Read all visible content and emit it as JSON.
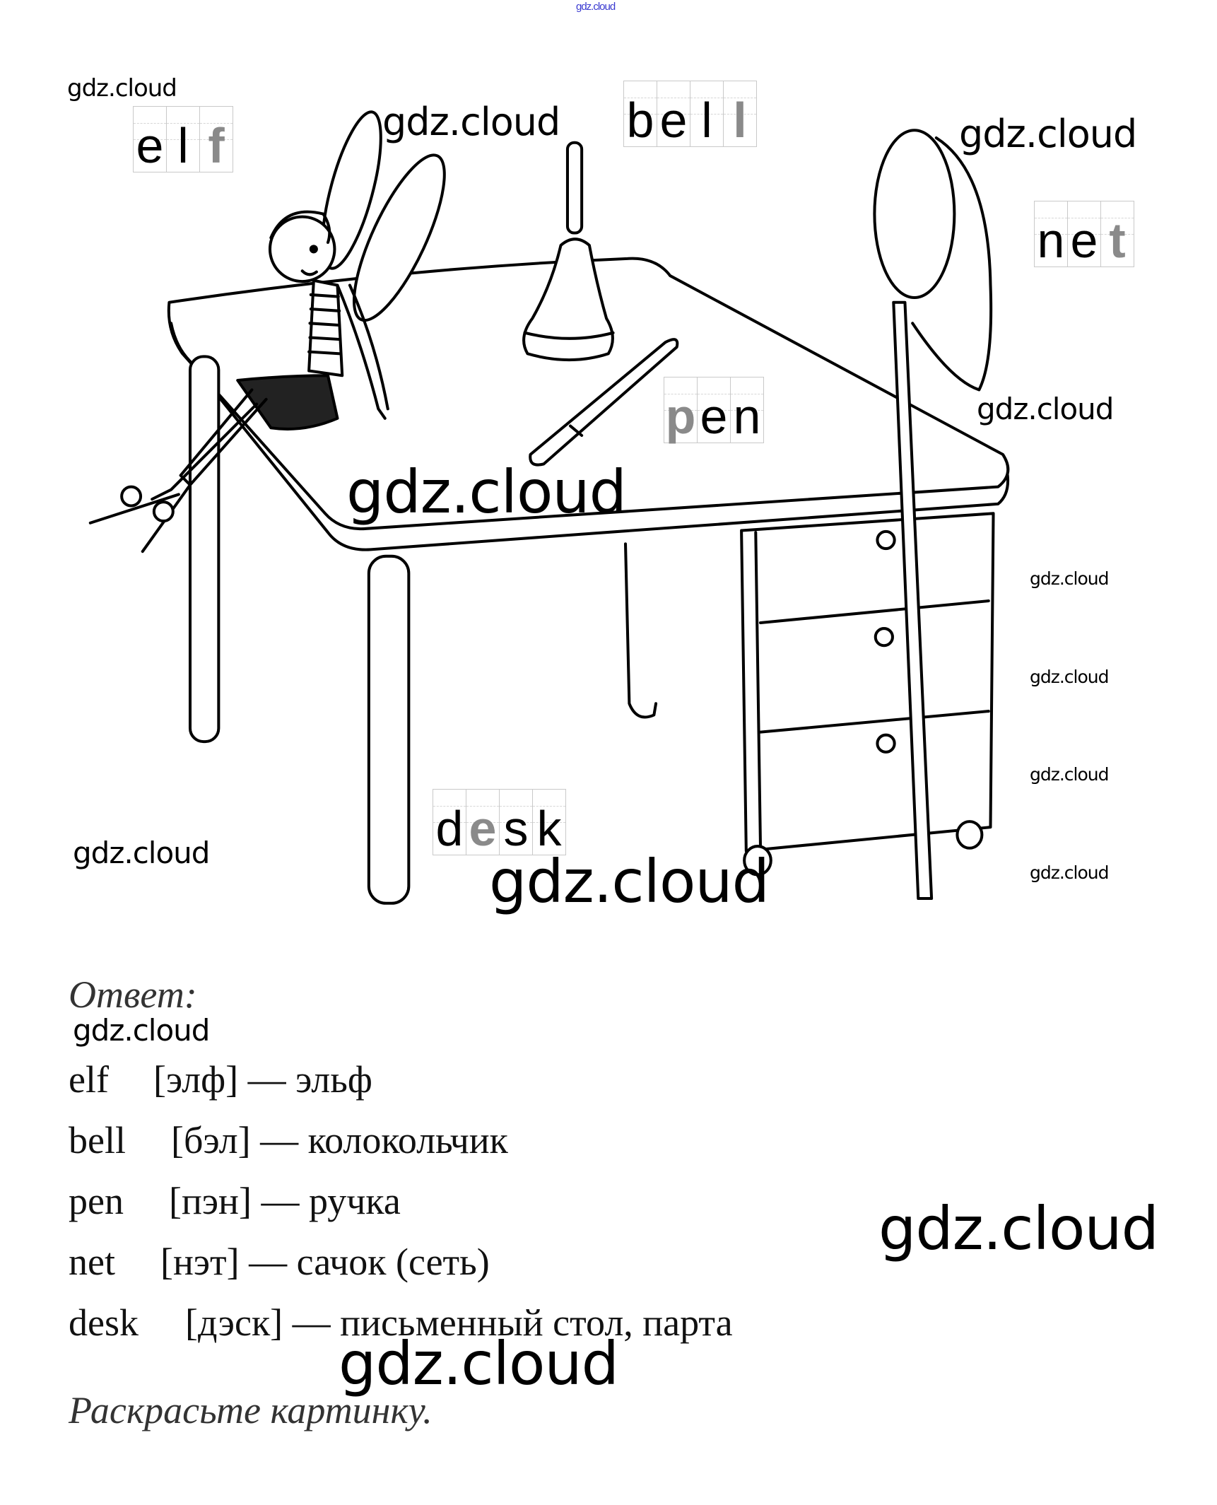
{
  "watermarks": {
    "top": "gdz.cloud",
    "text": "gdz.cloud"
  },
  "picture_words": [
    {
      "word": "elf",
      "letters": [
        "e",
        "l",
        "f"
      ],
      "highlight_index": 2
    },
    {
      "word": "bell",
      "letters": [
        "b",
        "e",
        "l",
        "l"
      ],
      "highlight_index": 3
    },
    {
      "word": "net",
      "letters": [
        "n",
        "e",
        "t"
      ],
      "highlight_index": 2
    },
    {
      "word": "pen",
      "letters": [
        "p",
        "e",
        "n"
      ],
      "highlight_index": 0
    },
    {
      "word": "desk",
      "letters": [
        "d",
        "e",
        "s",
        "k"
      ],
      "highlight_index": 1
    }
  ],
  "answer": {
    "heading": "Ответ:",
    "entries": [
      {
        "word": "elf",
        "transcription": "[элф]",
        "dash": "—",
        "translation": "эльф"
      },
      {
        "word": "bell",
        "transcription": "[бэл]",
        "dash": "—",
        "translation": "колокольчик"
      },
      {
        "word": "pen",
        "transcription": "[пэн]",
        "dash": "—",
        "translation": "ручка"
      },
      {
        "word": "net",
        "transcription": "[нэт]",
        "dash": "—",
        "translation": "сачок (сеть)"
      },
      {
        "word": "desk",
        "transcription": "[дэск]",
        "dash": "—",
        "translation": "письменный стол, парта"
      }
    ],
    "footer": "Раскрасьте картинку."
  },
  "colors": {
    "ink": "#000000",
    "highlight_letter": "#8a8a8a",
    "grid": "#c9c9c9",
    "top_watermark": "#3a3ad0"
  }
}
